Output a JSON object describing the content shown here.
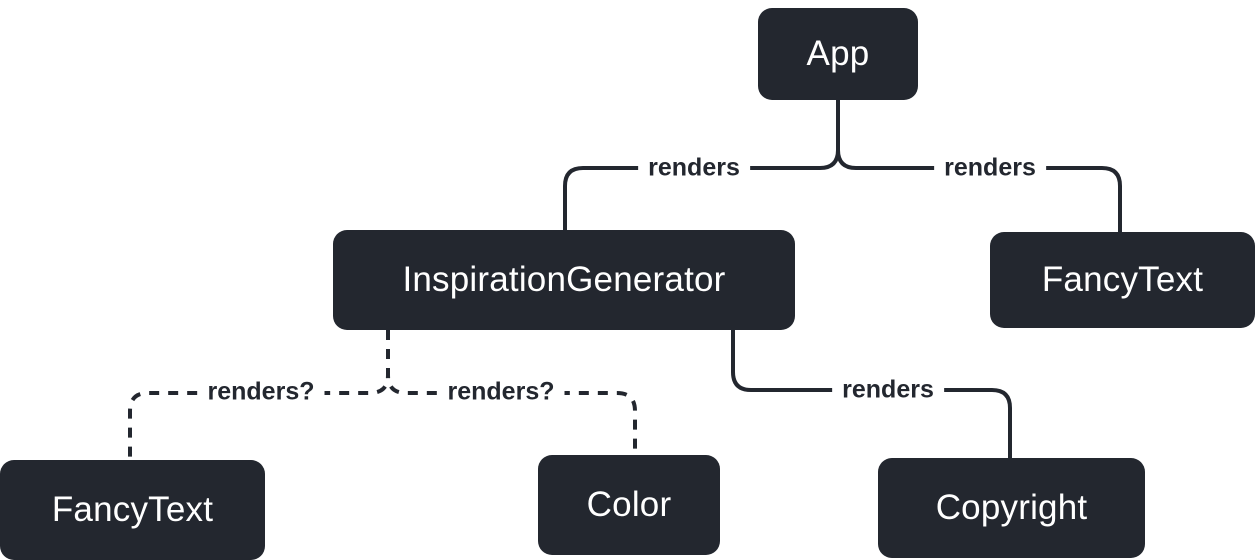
{
  "colors": {
    "node_fill": "#23272f",
    "node_text": "#ffffff",
    "edge_stroke": "#23272f",
    "background": "#ffffff"
  },
  "diagram": {
    "nodes": [
      {
        "id": "app",
        "label": "App"
      },
      {
        "id": "inspiration-generator",
        "label": "InspirationGenerator"
      },
      {
        "id": "fancy-text-top",
        "label": "FancyText"
      },
      {
        "id": "fancy-text-bottom",
        "label": "FancyText"
      },
      {
        "id": "color",
        "label": "Color"
      },
      {
        "id": "copyright",
        "label": "Copyright"
      }
    ],
    "edges": [
      {
        "from": "App",
        "to": "InspirationGenerator",
        "label": "renders",
        "style": "solid"
      },
      {
        "from": "App",
        "to": "FancyText",
        "label": "renders",
        "style": "solid"
      },
      {
        "from": "InspirationGenerator",
        "to": "FancyText",
        "label": "renders?",
        "style": "dashed"
      },
      {
        "from": "InspirationGenerator",
        "to": "Color",
        "label": "renders?",
        "style": "dashed"
      },
      {
        "from": "InspirationGenerator",
        "to": "Copyright",
        "label": "renders",
        "style": "solid"
      }
    ]
  }
}
